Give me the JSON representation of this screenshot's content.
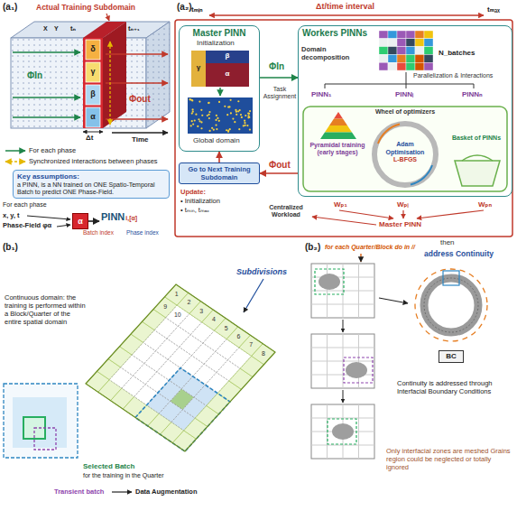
{
  "diagram": {
    "nodes": [
      {
        "text": [
          "Key assumptions:",
          "a PINN, is a NN trained on ONE Spatio-Temporal Batch to predict ONE Phase-Field."
        ]
      },
      {
        "text": [
          "α"
        ]
      },
      {
        "text": [
          "PINN",
          "i,[α]"
        ]
      },
      {
        "text": [
          "Master PINN"
        ]
      },
      {
        "text": [
          "Workers PINNs"
        ]
      },
      {
        "text": [
          "Pyramidal training (early stages)"
        ],
        "in": 4
      },
      {
        "text": [
          "Wheel of optimizers",
          "Adam Optimisation",
          "L-BFGS"
        ],
        "in": 4
      },
      {
        "text": [
          "Basket of PINNs"
        ],
        "in": 4
      },
      {
        "text": [
          "Go to Next Training Subdomain"
        ]
      },
      {
        "text": [
          "BC"
        ]
      }
    ],
    "edges": [
      {
        "from": 3,
        "to": 4,
        "arrow": "to",
        "label": "ΦIn"
      },
      {
        "from": 4,
        "to": 8,
        "arrow": "to",
        "label": "Φout"
      },
      {
        "from": 8,
        "to": 3,
        "arrow": "to"
      },
      {
        "from": 1,
        "to": 2,
        "arrow": "to"
      }
    ],
    "labels": [
      "(a₁)",
      "Actual Training Subdomain",
      "X",
      "Y",
      "tₙ",
      "tₙ₊₁",
      "δ",
      "γ",
      "β",
      "α",
      "ΦIn",
      "Φout",
      "Δt",
      "Time",
      "For each phase",
      "x, y, t",
      "Phase-Field φα",
      "Batch index",
      "Phase index",
      "(a₂)",
      "tₘᵢₙ",
      "Δt/time interval",
      "tₘₐₓ",
      "Initialization",
      "β",
      "γ",
      "α",
      "Global domain",
      "Task Assignment",
      "Domain decomposition",
      "N_batches",
      "Parallelization & Interactions",
      "PINN₁",
      "PINNᵢ",
      "PINNₙ",
      "Centralized Workload",
      "Wₚ₁",
      "Wₚᵢ",
      "Wₚₙ",
      "Master PINN",
      "Update:",
      "• Initialization",
      "• tₘᵢₙ, tₘₐₓ",
      "(b₁)",
      "Subdivisions",
      "Continuous domain: the training is performed within a Block/Quarter of the entire spatial domain",
      "Selected Batch",
      "for the training in the Quarter",
      "Transient batch",
      "Data Augmentation",
      "1",
      "2",
      "3",
      "4",
      "5",
      "6",
      "7",
      "8",
      "9",
      "10",
      "(b₂)",
      "for each Quarter/Block do in //",
      "then",
      "address Continuity",
      "Continuity is addressed through Interfacial Boundary Conditions",
      "Only interfacial zones are meshed Grains region could be neglected or totally ignored"
    ],
    "legend": [
      {
        "text": "For each phase"
      },
      {
        "text": "Synchronized interactions between phases"
      }
    ]
  }
}
